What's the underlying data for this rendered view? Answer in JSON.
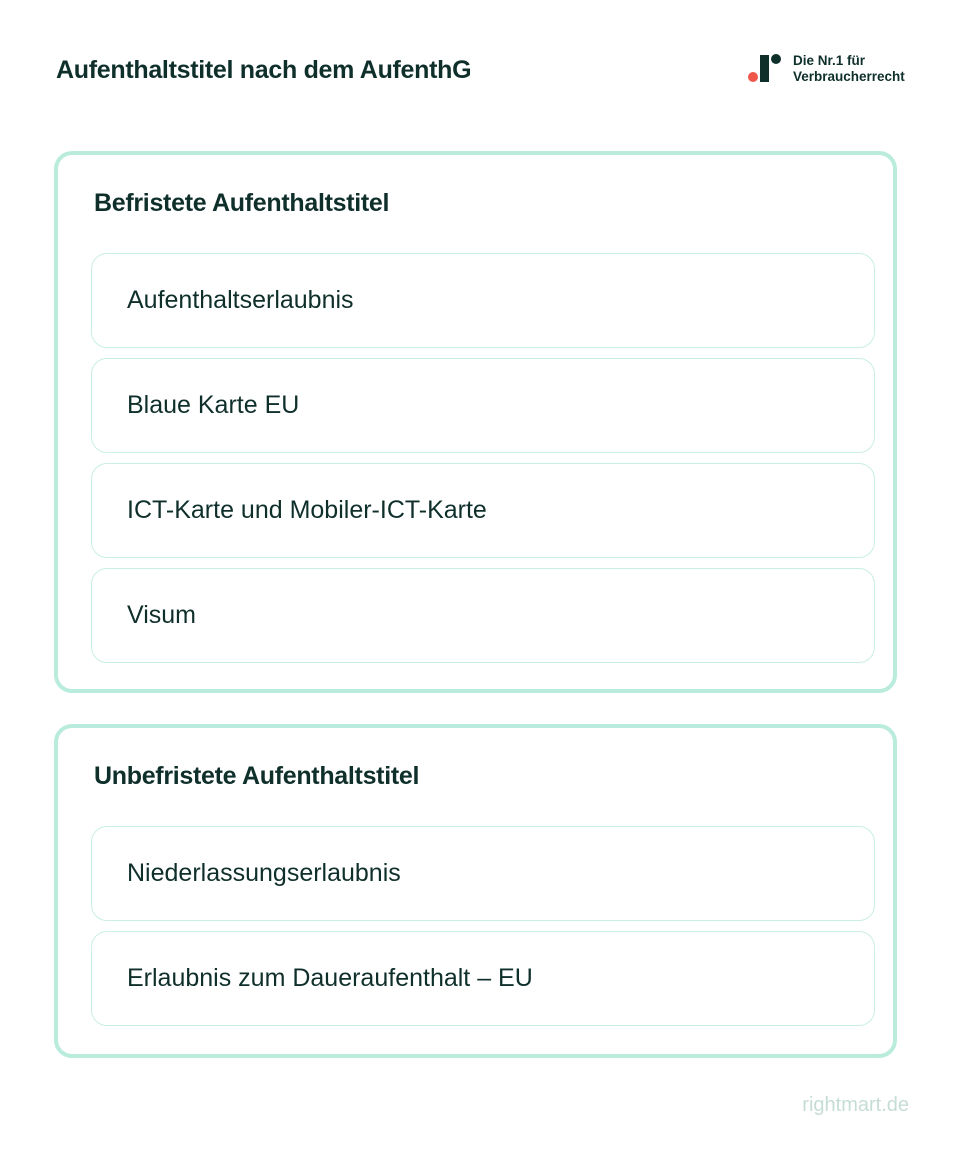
{
  "title": "Aufenthaltstitel nach dem AufenthG",
  "logo": {
    "line1": "Die Nr.1 für",
    "line2": "Verbraucherrecht"
  },
  "groups": [
    {
      "heading": "Befristete Aufenthaltstitel",
      "items": [
        "Aufenthaltserlaubnis",
        "Blaue Karte EU",
        "ICT-Karte und Mobiler-ICT-Karte",
        "Visum"
      ]
    },
    {
      "heading": "Unbefristete Aufenthaltstitel",
      "items": [
        "Niederlassungserlaubnis",
        "Erlaubnis zum Daueraufenthalt – EU"
      ]
    }
  ],
  "footer": "rightmart.de",
  "colors": {
    "text": "#0f2f2b",
    "border": "#b9ecdc",
    "item_border": "#c9efe2",
    "logo_accent": "#f0574b",
    "footer": "#c6ddd6"
  }
}
